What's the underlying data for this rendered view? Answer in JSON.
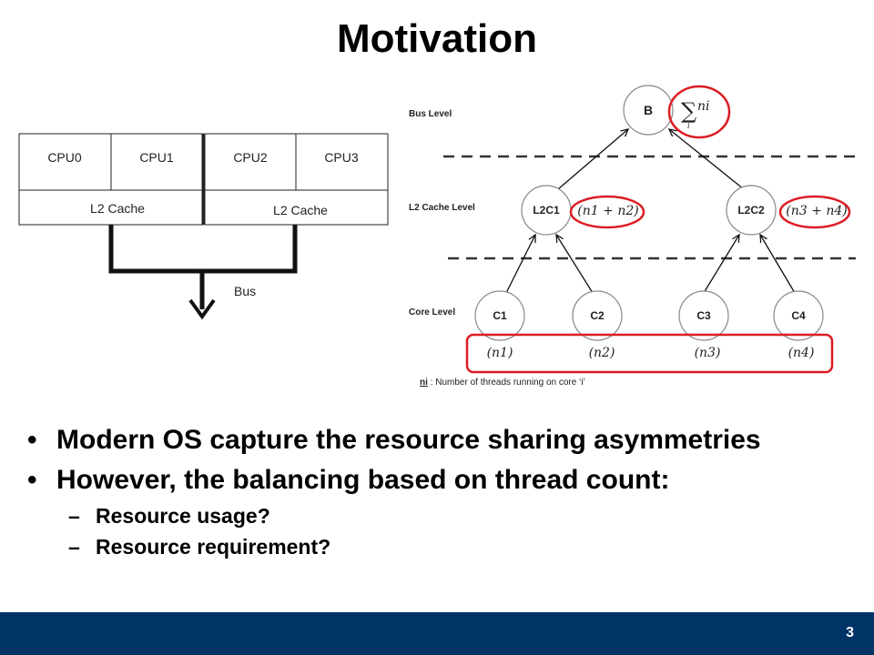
{
  "slide": {
    "title": "Motivation",
    "page_number": "3"
  },
  "cpu_diagram": {
    "cpus": [
      "CPU0",
      "CPU1",
      "CPU2",
      "CPU3"
    ],
    "caches": [
      "L2 Cache",
      "L2 Cache"
    ],
    "bus_label": "Bus"
  },
  "tree_diagram": {
    "levels": [
      "Bus Level",
      "L2 Cache Level",
      "Core Level"
    ],
    "bus_node": "B",
    "sum_symbol": "∑",
    "sum_index": "i",
    "sum_term": "ni",
    "cache_nodes": [
      "L2C1",
      "L2C2"
    ],
    "cache_labels": [
      "(n1 + n2)",
      "(n3 + n4)"
    ],
    "core_nodes": [
      "C1",
      "C2",
      "C3",
      "C4"
    ],
    "core_labels": [
      "(n1)",
      "(n2)",
      "(n3)",
      "(n4)"
    ],
    "legend_key": "ni",
    "legend_text": " : Number of threads running on core ‘i’"
  },
  "bullets": [
    "Modern OS capture the resource sharing asymmetries",
    "However, the balancing based on thread count:"
  ],
  "sub_bullets": [
    "Resource usage?",
    "Resource requirement?"
  ],
  "colors": {
    "highlight": "#dd1c24",
    "footer": "#003366"
  }
}
